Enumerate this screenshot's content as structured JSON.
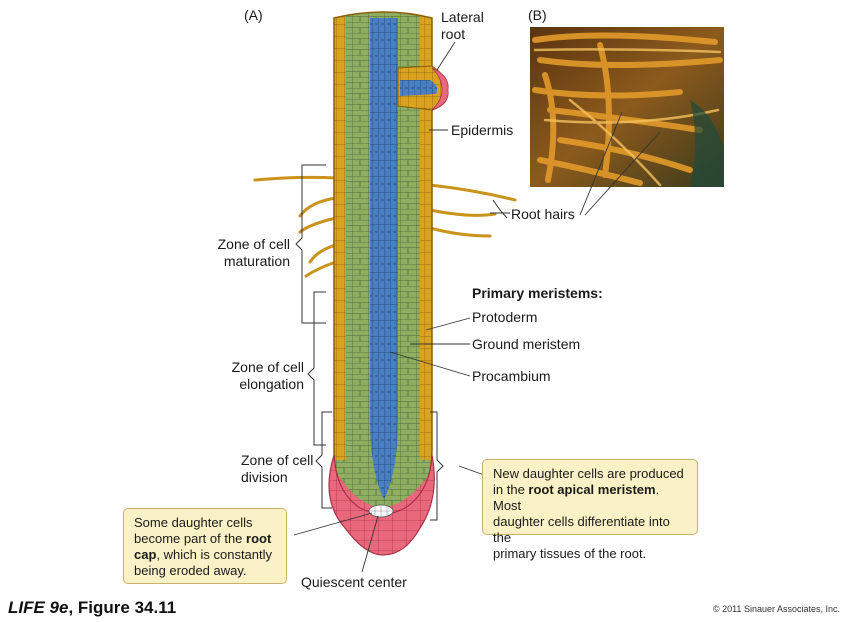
{
  "panels": {
    "a": "(A)",
    "b": "(B)"
  },
  "labels": {
    "lateral_root_1": "Lateral",
    "lateral_root_2": "root",
    "epidermis": "Epidermis",
    "root_hairs": "Root hairs",
    "zone_maturation_1": "Zone of cell",
    "zone_maturation_2": "maturation",
    "zone_elongation_1": "Zone of cell",
    "zone_elongation_2": "elongation",
    "zone_division_1": "Zone of cell",
    "zone_division_2": "division",
    "primary_meristems": "Primary meristems:",
    "protoderm": "Protoderm",
    "ground_meristem": "Ground meristem",
    "procambium": "Procambium",
    "quiescent_center": "Quiescent center"
  },
  "callouts": {
    "apical": {
      "line1": "New daughter cells are produced",
      "line2_pre": "in the ",
      "line2_bold": "root apical meristem",
      "line2_post": ". Most",
      "line3": "daughter cells differentiate into the",
      "line4": "primary tissues of the root."
    },
    "rootcap": {
      "line1": "Some daughter cells",
      "line2_pre": "become part of the ",
      "line2_bold": "root",
      "line3_bold": "cap",
      "line3_post": ", which is constantly",
      "line4": "being eroded away."
    }
  },
  "footer": {
    "title_italic": "LIFE 9e",
    "title_rest": ", Figure 34.11",
    "copyright": "© 2011 Sinauer Associates, Inc."
  },
  "colors": {
    "epidermis": "#d9a31f",
    "ground_meristem": "#8fae62",
    "procambium": "#4a7fc1",
    "root_cap": "#e9687c",
    "callout_bg": "#fbf1c7",
    "root_hair": "#c9931c"
  }
}
